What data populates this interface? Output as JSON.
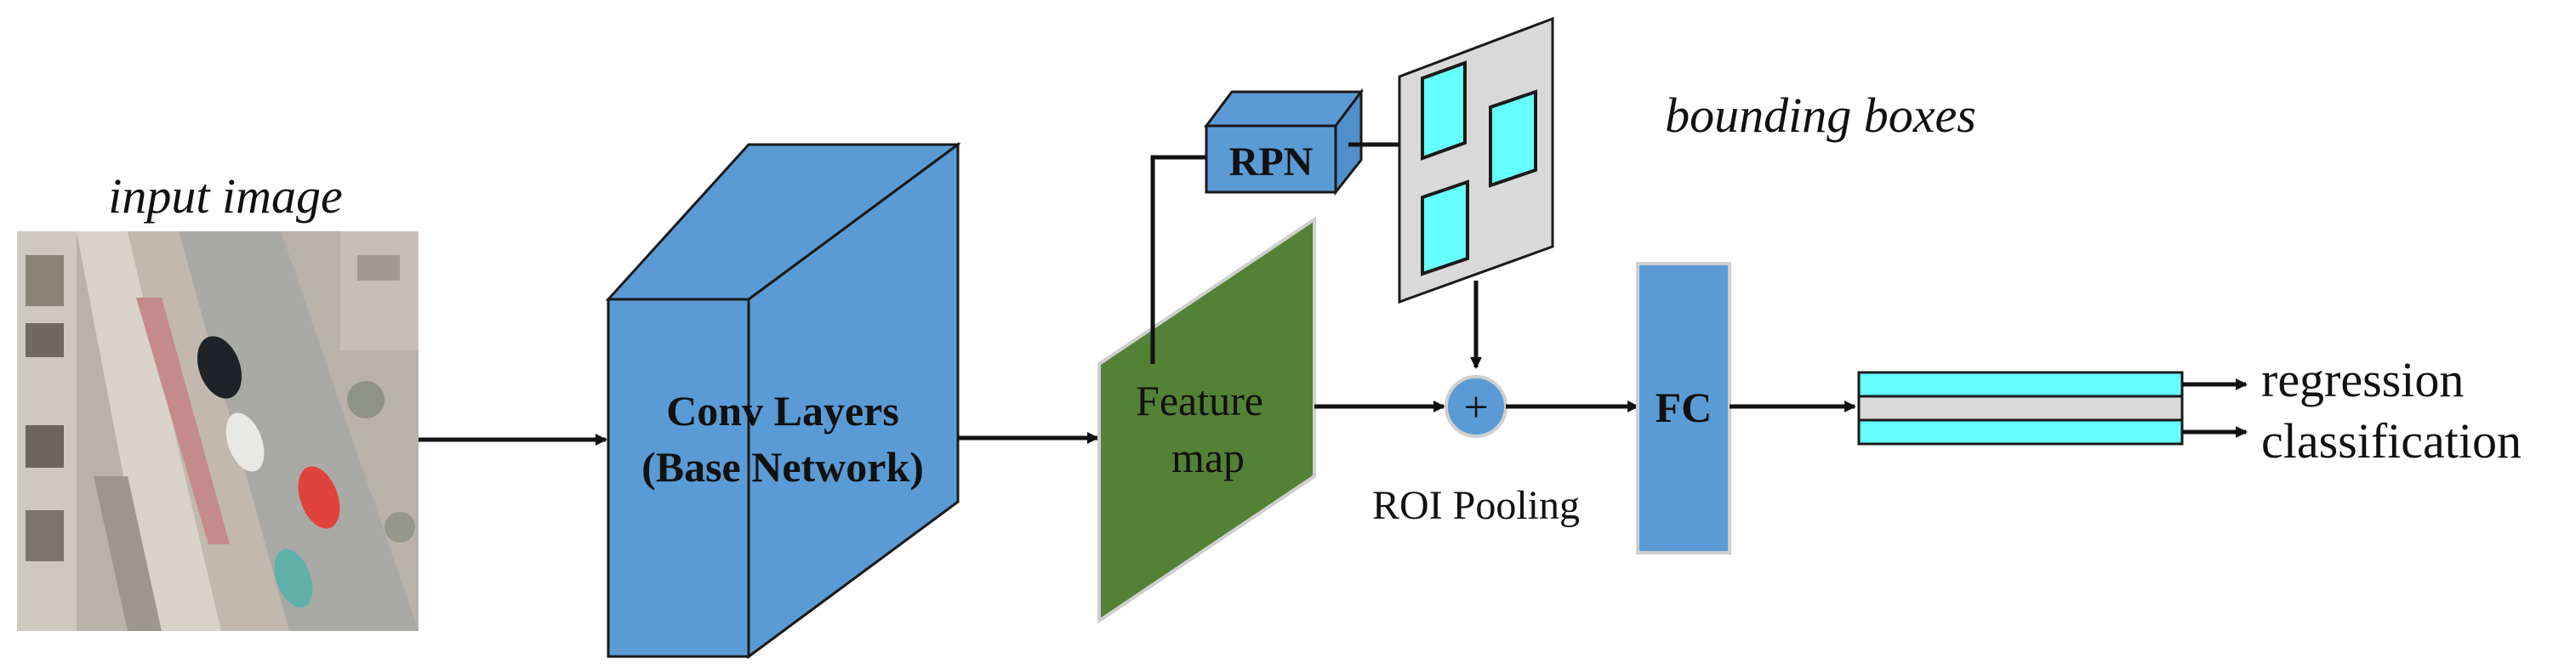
{
  "labels": {
    "input_image": "input image",
    "conv_line1": "Conv Layers",
    "conv_line2": "(Base Network)",
    "feature_line1": "Feature",
    "feature_line2": "map",
    "rpn": "RPN",
    "bounding_boxes": "bounding boxes",
    "roi_pooling": "ROI Pooling",
    "fc": "FC",
    "plus": "+",
    "regression": "regression",
    "classification": "classification"
  },
  "colors": {
    "conv_blue": "#5b9bd5",
    "feature_green": "#538135",
    "box_cyan": "#66ffff",
    "panel_gray": "#d9d9d9",
    "edge": "#1a1a1a"
  }
}
